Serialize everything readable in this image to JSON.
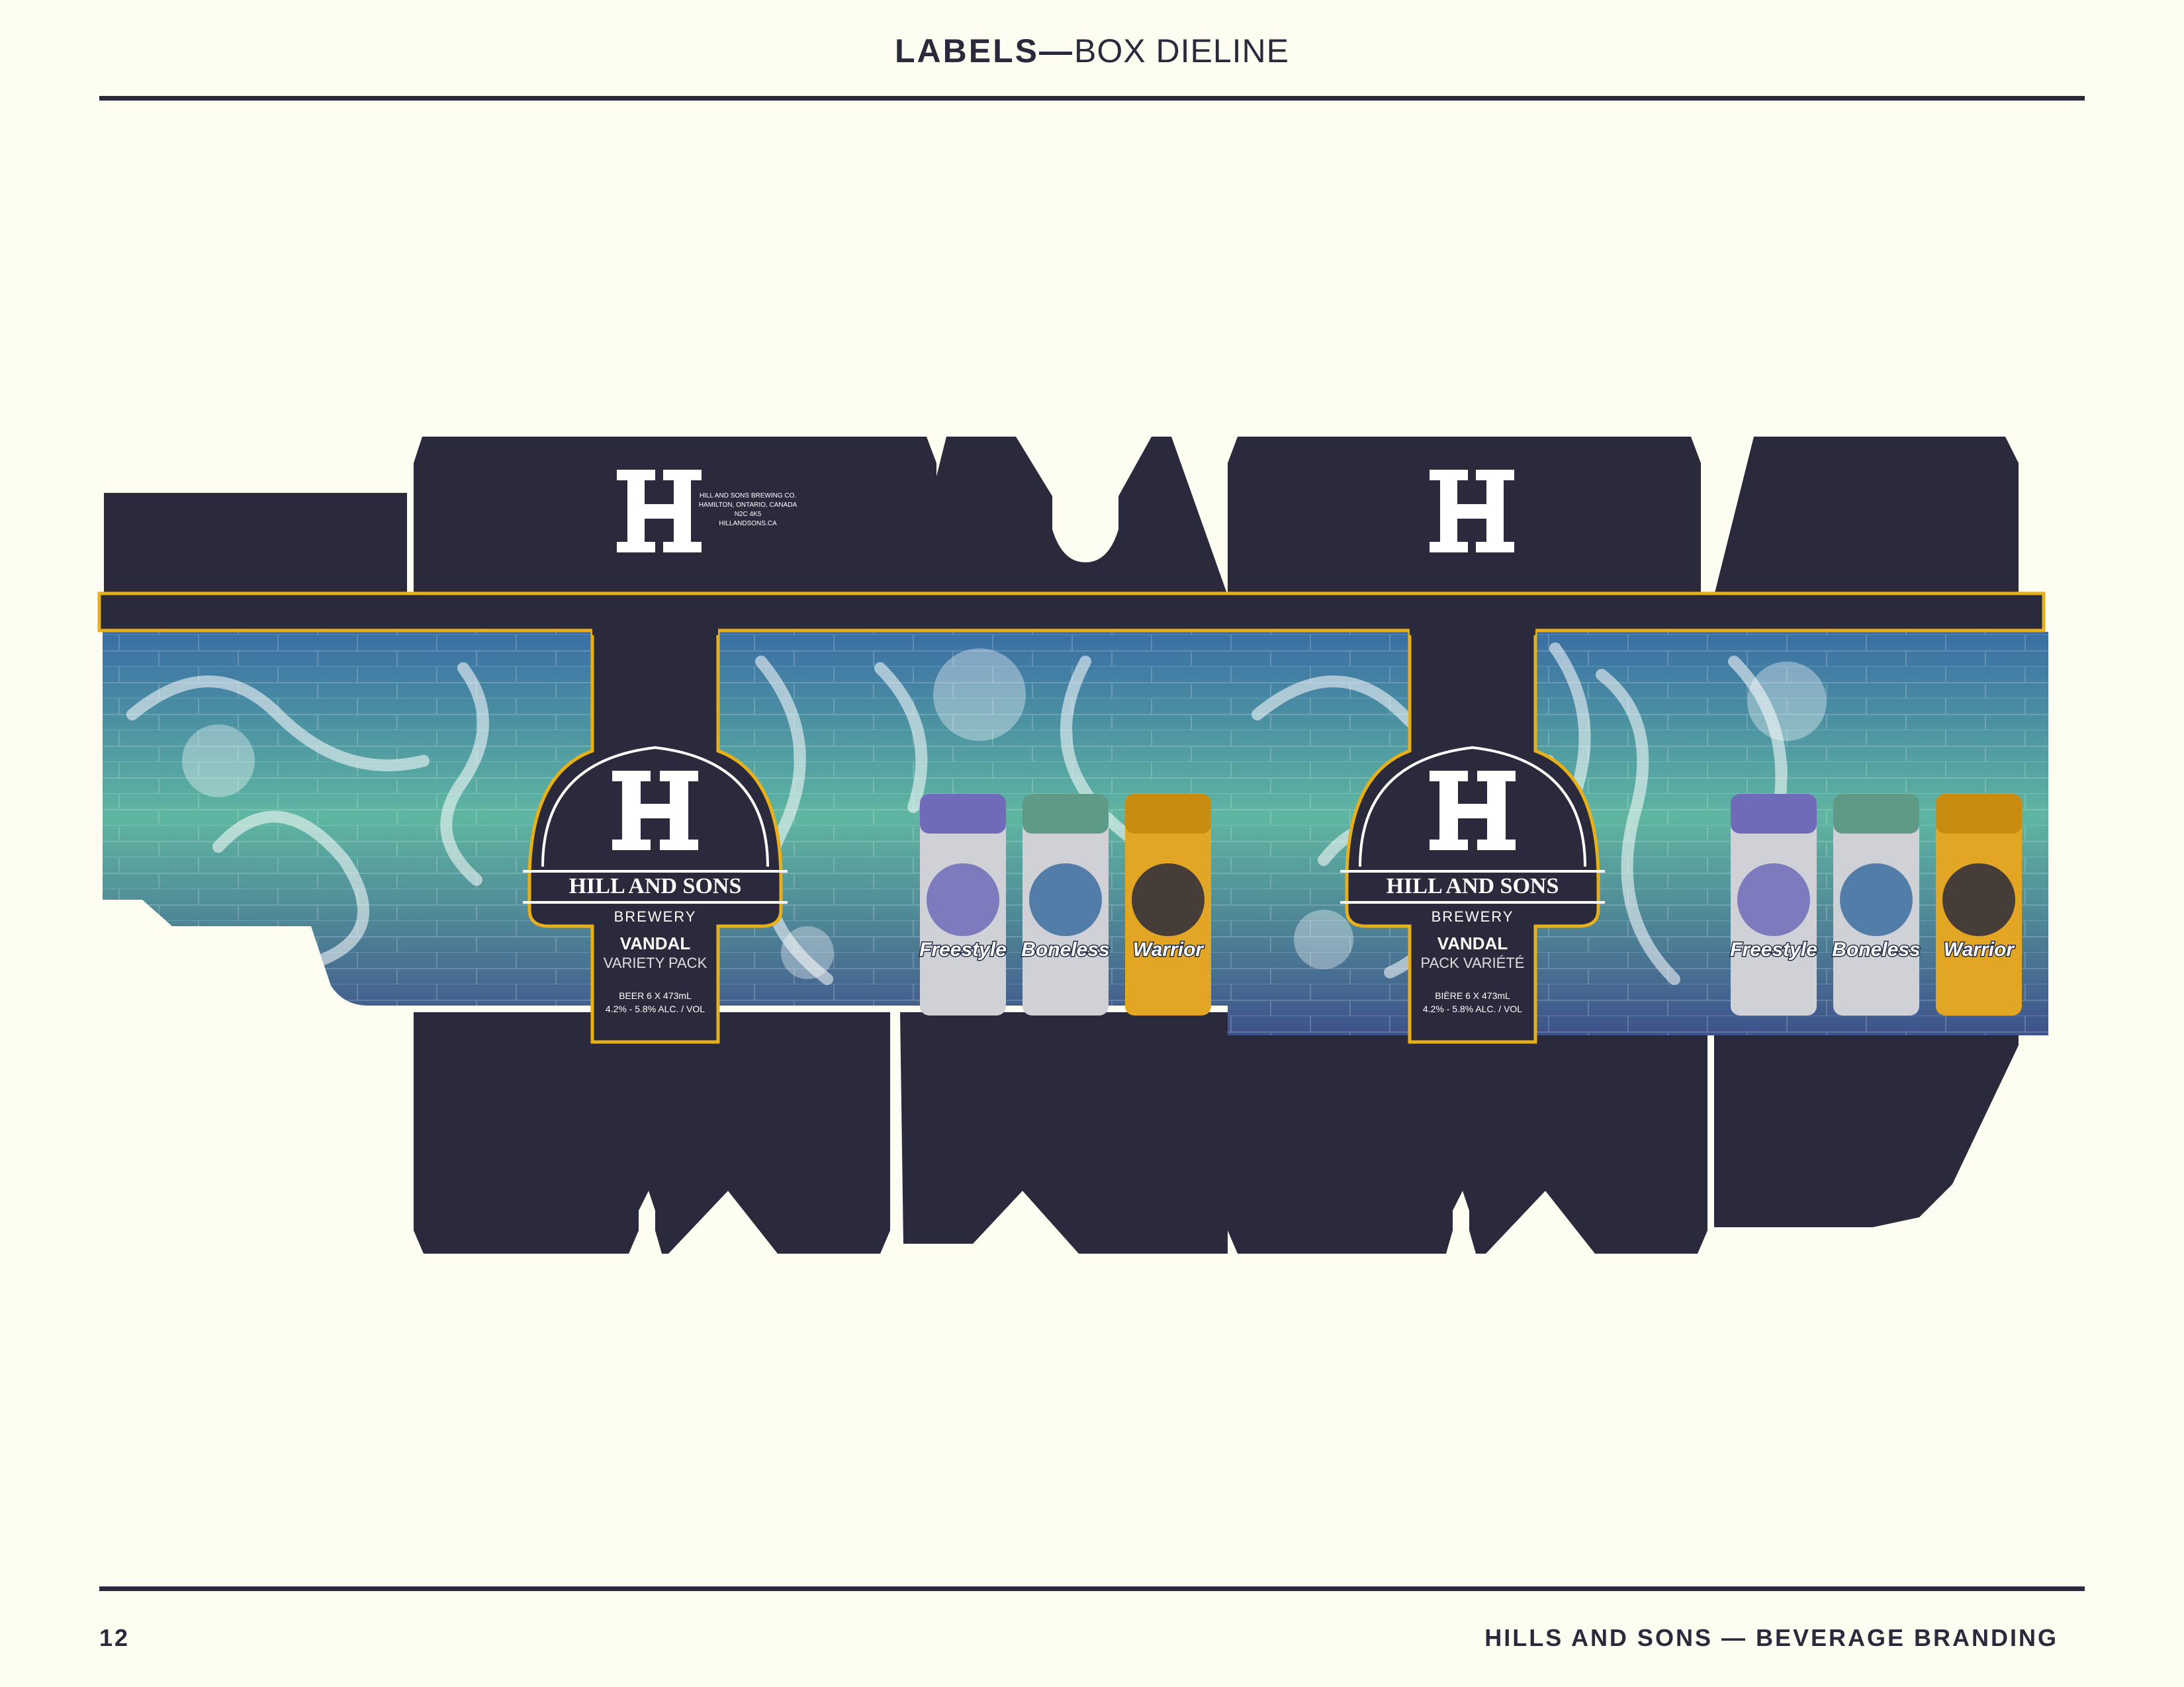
{
  "header": {
    "title_bold": "LABELS—",
    "title_rest": "BOX DIELINE"
  },
  "footer": {
    "page_number": "12",
    "brand": "HILLS AND SONS — BEVERAGE  BRANDING"
  },
  "colors": {
    "background": "#fdfdf1",
    "navy": "#2b2a3c",
    "gold": "#e8b018",
    "mural_teal": "#3f8f96",
    "mural_blue": "#4a6fa8"
  },
  "dieline": {
    "top_flap_address": [
      "HILL AND SONS BREWING CO.",
      "HAMILTON, ONTARIO, CANADA",
      "N2C 4K5",
      "HILLANDSONS.CA"
    ],
    "panels": [
      {
        "brand": "HILL AND SONS",
        "sub": "BREWERY",
        "product": "VANDAL",
        "pack": "VARIETY PACK",
        "count": "BEER 6 X 473mL",
        "abv": "4.2% - 5.8% ALC. / VOL"
      },
      {
        "brand": "HILL AND SONS",
        "sub": "BREWERY",
        "product": "VANDAL",
        "pack": "PACK VARIÉTÉ",
        "count": "BIÈRE 6 X 473mL",
        "abv": "4.2% - 5.8% ALC. / VOL"
      }
    ],
    "cans": [
      {
        "name": "Freestyle",
        "color": "#6f6bb8"
      },
      {
        "name": "Boneless",
        "color": "#5f9a86"
      },
      {
        "name": "Warrior",
        "color": "#e2a524"
      }
    ]
  }
}
